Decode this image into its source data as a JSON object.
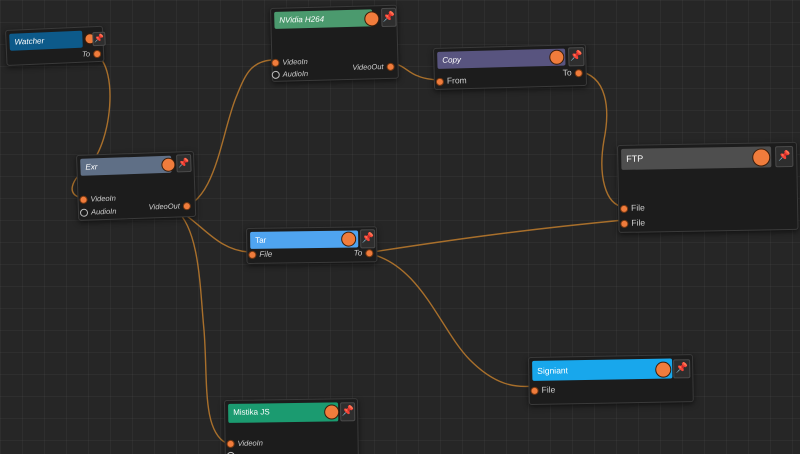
{
  "nodes": {
    "watcher": {
      "title": "Watcher",
      "outputs": [
        "To"
      ],
      "color": "#0d5a8a"
    },
    "exr": {
      "title": "Exr",
      "inputs": [
        "VideoIn",
        "AudioIn"
      ],
      "outputs": [
        "VideoOut"
      ],
      "color": "#5f6f86"
    },
    "nvidia": {
      "title": "NVidia H264",
      "inputs": [
        "VideoIn",
        "AudioIn"
      ],
      "outputs": [
        "VideoOut"
      ],
      "color": "#4b9a6e"
    },
    "copy": {
      "title": "Copy",
      "inputs": [
        "From"
      ],
      "outputs": [
        "To"
      ],
      "color": "#58547f"
    },
    "ftp": {
      "title": "FTP",
      "inputs": [
        "File",
        "File"
      ],
      "color": "#4e4e4e"
    },
    "tar": {
      "title": "Tar",
      "inputs": [
        "File"
      ],
      "outputs": [
        "To"
      ],
      "color": "#4fa4f0"
    },
    "signiant": {
      "title": "Signiant",
      "inputs": [
        "File"
      ],
      "color": "#18a7ec"
    },
    "mistika": {
      "title": "Mistika JS",
      "inputs": [
        "VideoIn"
      ],
      "color": "#1b9b70"
    }
  },
  "icons": {
    "pin": "pin-icon",
    "status": "status-dot-icon"
  },
  "wire_color": "#b7782c"
}
